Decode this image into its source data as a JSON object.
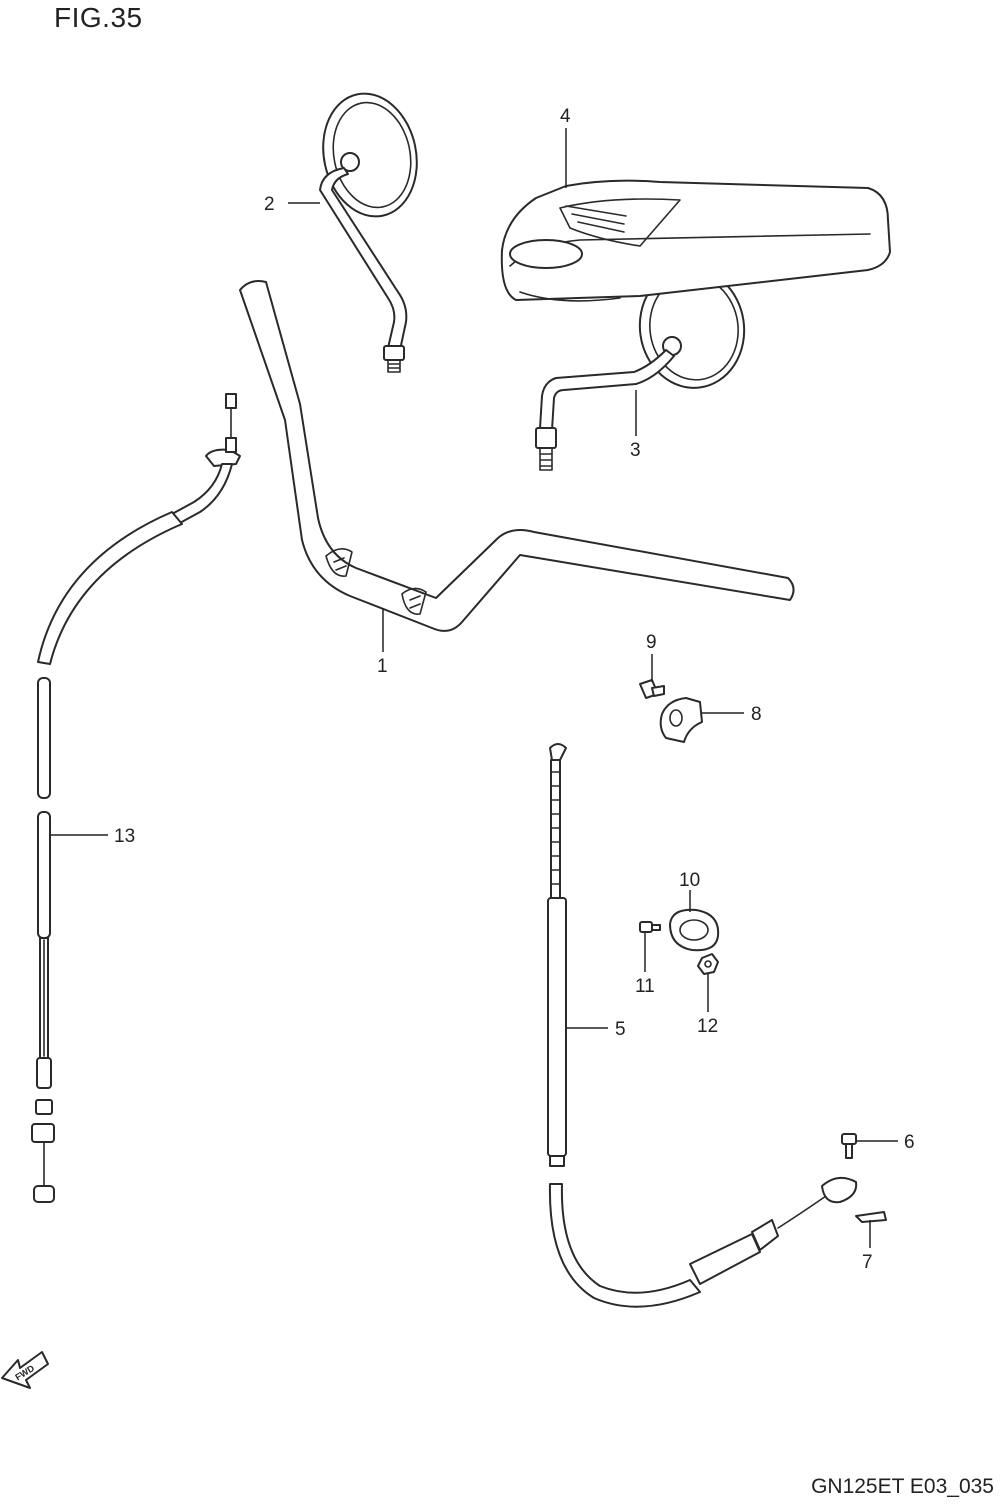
{
  "figure": {
    "title": "FIG.35",
    "code": "GN125ET E03_035"
  },
  "direction_marker": {
    "label": "FWD",
    "icon": "forward-arrow-icon"
  },
  "callouts": [
    {
      "id": "1",
      "part": "handlebar"
    },
    {
      "id": "2",
      "part": "left-mirror"
    },
    {
      "id": "3",
      "part": "right-mirror"
    },
    {
      "id": "4",
      "part": "handlebar-cover"
    },
    {
      "id": "5",
      "part": "throttle-cable"
    },
    {
      "id": "6",
      "part": "cable-bolt"
    },
    {
      "id": "7",
      "part": "cable-clip"
    },
    {
      "id": "8",
      "part": "handlebar-clamp"
    },
    {
      "id": "9",
      "part": "clamp-bolt"
    },
    {
      "id": "10",
      "part": "cable-clamp"
    },
    {
      "id": "11",
      "part": "cable-clamp-screw"
    },
    {
      "id": "12",
      "part": "cable-clamp-nut"
    },
    {
      "id": "13",
      "part": "clutch-cable"
    }
  ]
}
